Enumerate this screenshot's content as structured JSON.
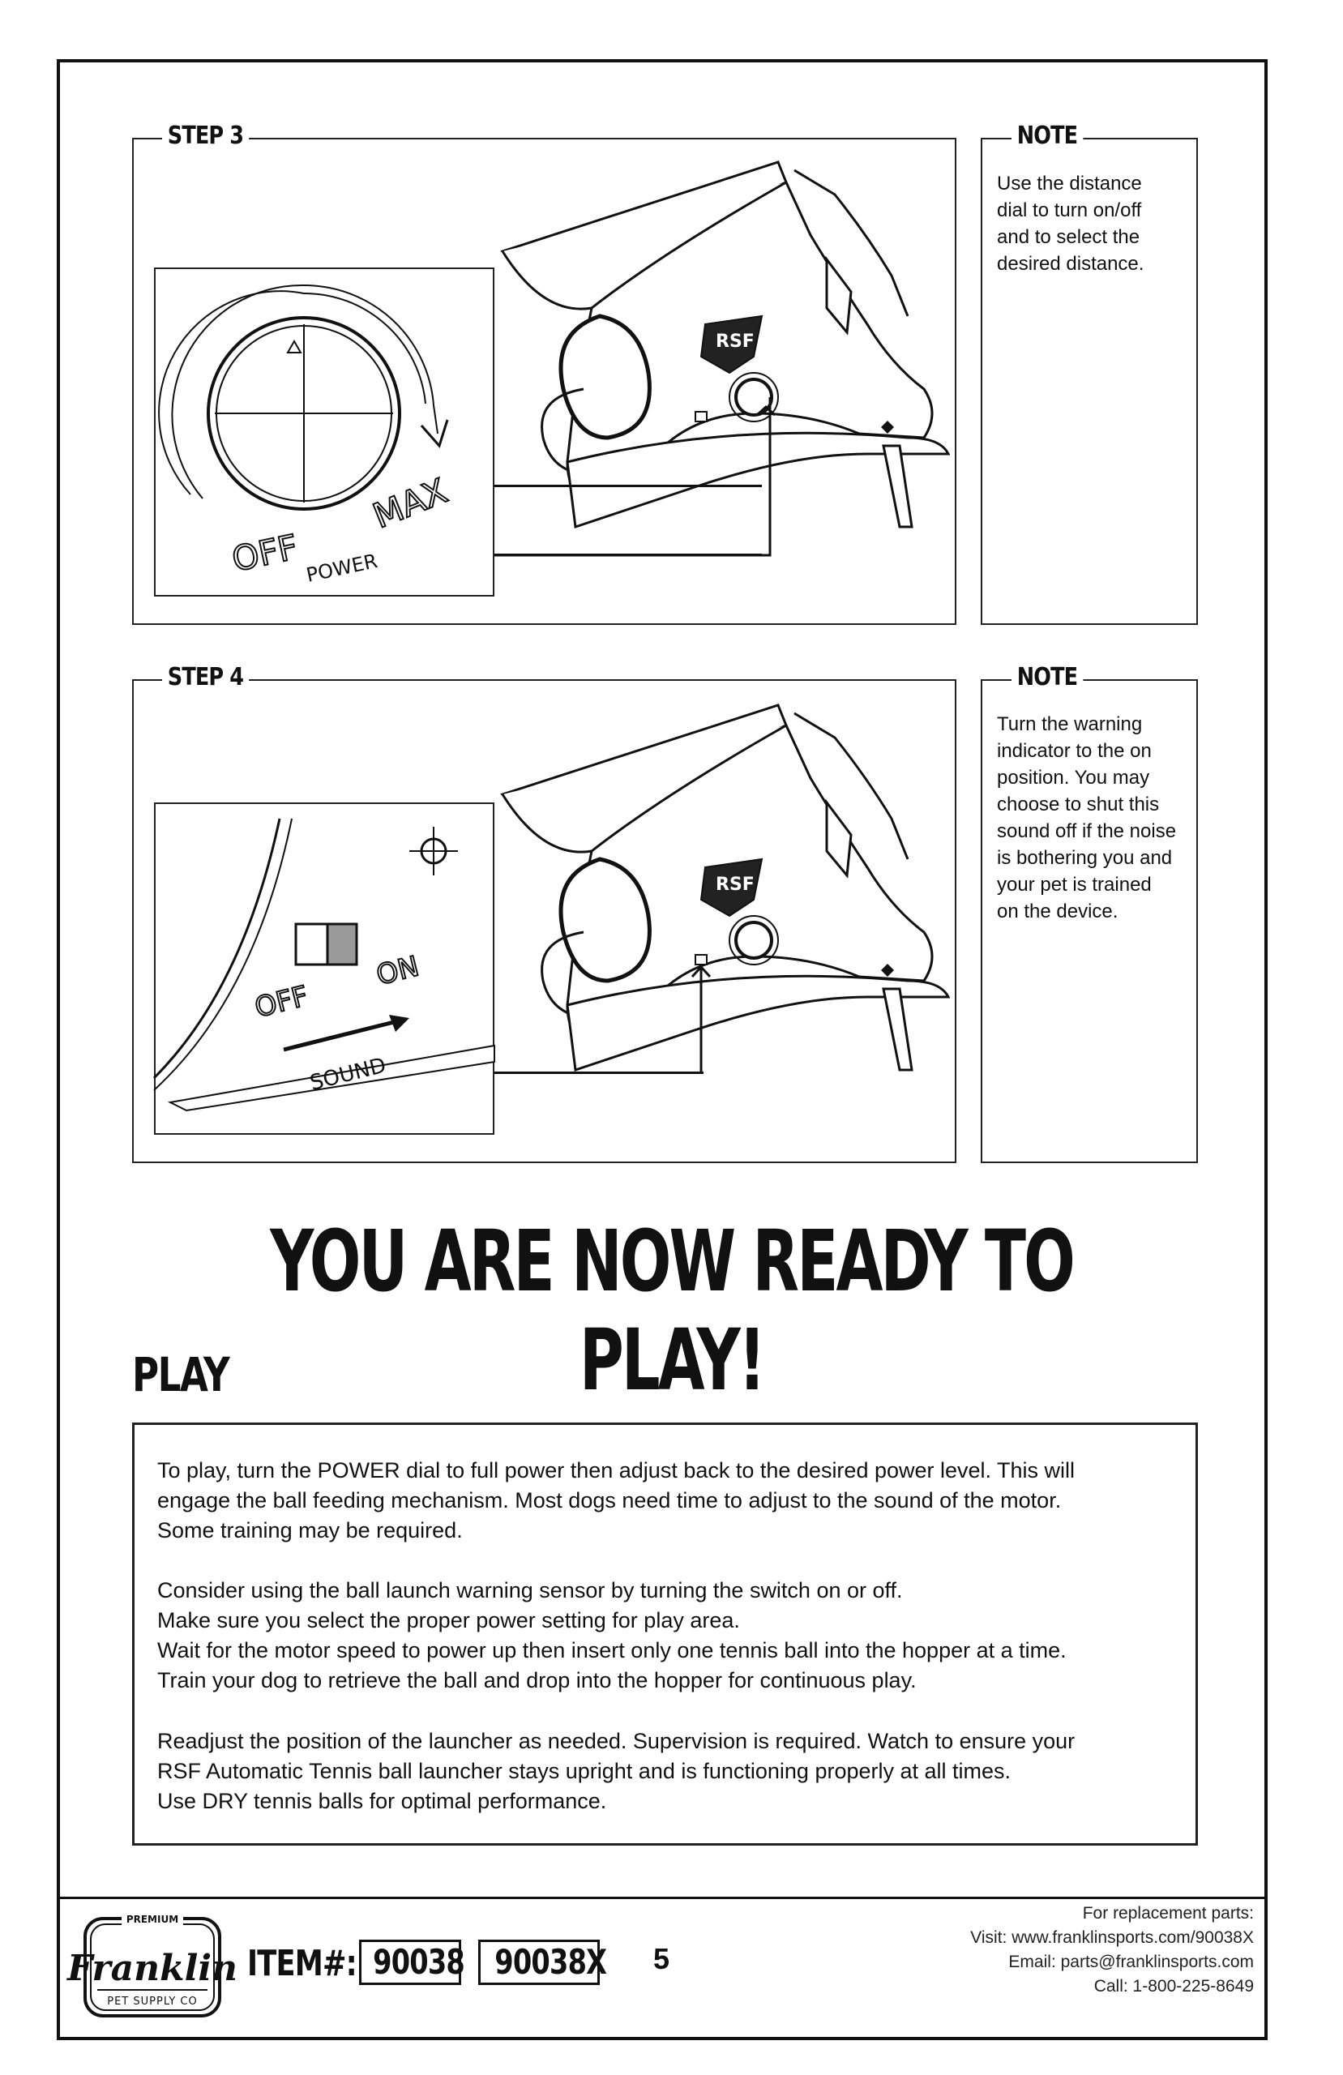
{
  "step3": {
    "label": "STEP 3",
    "dial": {
      "off": "OFF",
      "max": "MAX",
      "power": "POWER"
    },
    "badge": "RSF",
    "note_label": "NOTE",
    "note_lines": [
      "Use the distance",
      "dial to turn on/off",
      "and to select the",
      "desired distance."
    ]
  },
  "step4": {
    "label": "STEP 4",
    "switch": {
      "off": "OFF",
      "on": "ON",
      "sound": "SOUND"
    },
    "badge": "RSF",
    "note_label": "NOTE",
    "note_lines": [
      "Turn the warning",
      "indicator to the on",
      "position. You may",
      "choose to shut this",
      "sound off if the noise",
      "is bothering you and",
      "your pet is trained",
      "on the device."
    ]
  },
  "ready_heading": "YOU ARE NOW READY TO PLAY!",
  "play": {
    "heading": "PLAY",
    "paragraphs": [
      [
        "To play, turn the POWER dial to full power then adjust back to the desired power level. This will",
        "engage the ball feeding mechanism. Most dogs need time to adjust to the sound of the motor.",
        "Some training may be required."
      ],
      [
        "Consider using the ball launch warning sensor by turning the switch on or off.",
        "Make sure you select the proper power setting for play area.",
        "Wait for the motor speed to power up then insert only one tennis ball into the hopper at a time.",
        "Train your dog to retrieve the ball and drop into the hopper for continuous play."
      ],
      [
        "Readjust the position of the launcher as needed. Supervision is required. Watch to ensure your",
        "RSF Automatic Tennis ball launcher stays upright and is functioning properly at all times.",
        "Use DRY tennis balls for optimal performance."
      ]
    ]
  },
  "footer": {
    "logo": {
      "top": "PREMIUM",
      "name": "Franklin",
      "bottom": "PET SUPPLY CO"
    },
    "item_label": "ITEM#:",
    "item_codes": [
      "90038",
      "90038X"
    ],
    "page_number": "5",
    "contact": [
      "For replacement parts:",
      "Visit: www.franklinsports.com/90038X",
      "Email: parts@franklinsports.com",
      "Call: 1-800-225-8649"
    ]
  }
}
